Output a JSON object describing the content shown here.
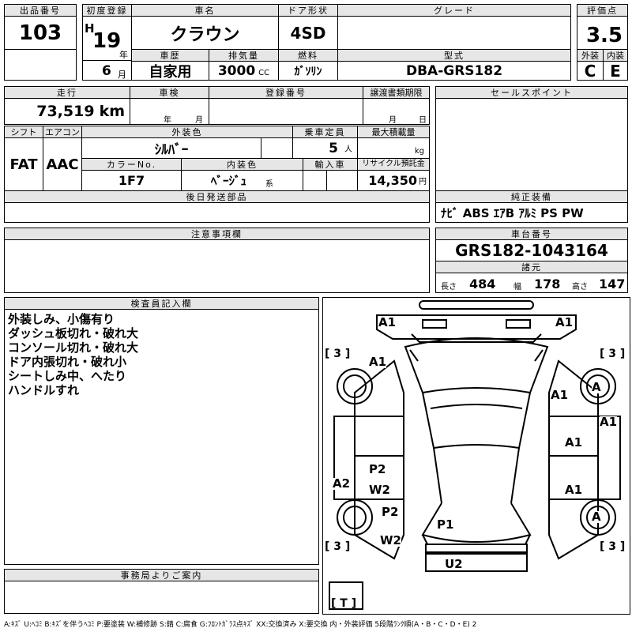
{
  "header": {
    "lot_label": "出品番号",
    "lot": "103",
    "reg_label": "初度登録",
    "era": "H",
    "year": "19",
    "year_unit": "年",
    "month": "6",
    "month_unit": "月",
    "name_label": "車名",
    "name": "クラウン",
    "door_label": "ドア形状",
    "door": "4SD",
    "grade_label": "グレード",
    "grade": "",
    "score_label": "評価点",
    "score": "3.5",
    "history_label": "車歴",
    "history": "自家用",
    "displacement_label": "排気量",
    "displacement": "3000",
    "displacement_unit": "CC",
    "fuel_label": "燃料",
    "fuel": "ｶﾞｿﾘﾝ",
    "model_label": "型式",
    "model": "DBA-GRS182",
    "ext_label": "外装",
    "ext": "C",
    "int_label": "内装",
    "int": "E"
  },
  "row2": {
    "mileage_label": "走行",
    "mileage": "73,519",
    "mileage_unit": "km",
    "inspection_label": "車検",
    "inspection_year_unit": "年",
    "inspection_month_unit": "月",
    "plate_label": "登録番号",
    "transfer_label": "譲渡書類期限",
    "transfer_month_unit": "月",
    "transfer_day_unit": "日",
    "sales_label": "セールスポイント",
    "shift_label": "シフト",
    "shift": "FAT",
    "ac_label": "エアコン",
    "ac": "AAC",
    "color_label": "外装色",
    "color": "ｼﾙﾊﾞｰ",
    "capacity_label": "乗車定員",
    "capacity": "5",
    "capacity_unit": "人",
    "load_label": "最大積載量",
    "load_unit": "kg",
    "colorno_label": "カラーNo.",
    "colorno": "1F7",
    "interior_label": "内装色",
    "interior": "ﾍﾞｰｼﾞｭ",
    "interior_unit": "系",
    "import_label": "輸入車",
    "recycle_label": "リサイクル預託金",
    "recycle": "14,350",
    "recycle_unit": "円",
    "later_label": "後日発送部品",
    "equip_label": "純正装備",
    "equip": "ﾅﾋﾞ ABS ｴｱB ｱﾙﾐ PS PW",
    "caution_label": "注意事項欄",
    "chassis_label": "車台番号",
    "chassis": "GRS182-1043164",
    "spec_label": "諸元",
    "length_label": "長さ",
    "length": "484",
    "width_label": "幅",
    "width": "178",
    "height_label": "高さ",
    "height": "147"
  },
  "inspector": {
    "label": "検査員記入欄",
    "lines": [
      "外装しみ、小傷有り",
      "ダッシュ板切れ・破れ大",
      "コンソール切れ・破れ大",
      "ドア内張切れ・破れ小",
      "シートしみ中、へたり",
      "ハンドルすれ"
    ]
  },
  "office_label": "事務局よりご案内",
  "diagram": {
    "marks": {
      "a1_tl": "A1",
      "a1_tr": "A1",
      "a1_lf": "A1",
      "a1_rf": "A1",
      "a1_rs": "A1",
      "a1_rd1": "A1",
      "a1_rd2": "A1",
      "a_r1": "A",
      "a_r2": "A",
      "a2_l": "A2",
      "p2_1": "P2",
      "w2_1": "W2",
      "p2_2": "P2",
      "w2_2": "W2",
      "p1": "P1",
      "u2": "U2"
    },
    "brackets": {
      "tl": "[ 3 ]",
      "tr": "[ 3 ]",
      "bl": "[ 3 ]",
      "br": "[ 3 ]",
      "t": "[ T ]"
    }
  },
  "legend": "A:ｷｽﾞ U:ﾍｺﾐ B:ｷｽﾞを伴うﾍｺﾐ P:要塗装 W:補修跡 S:錆 C:腐食 G:ﾌﾛﾝﾄｶﾞﾗｽ点ｷｽﾞ XX:交換済み X:要交換 内・外装評価 5段階ﾗﾝｸ順(A・B・C・D・E) 2"
}
